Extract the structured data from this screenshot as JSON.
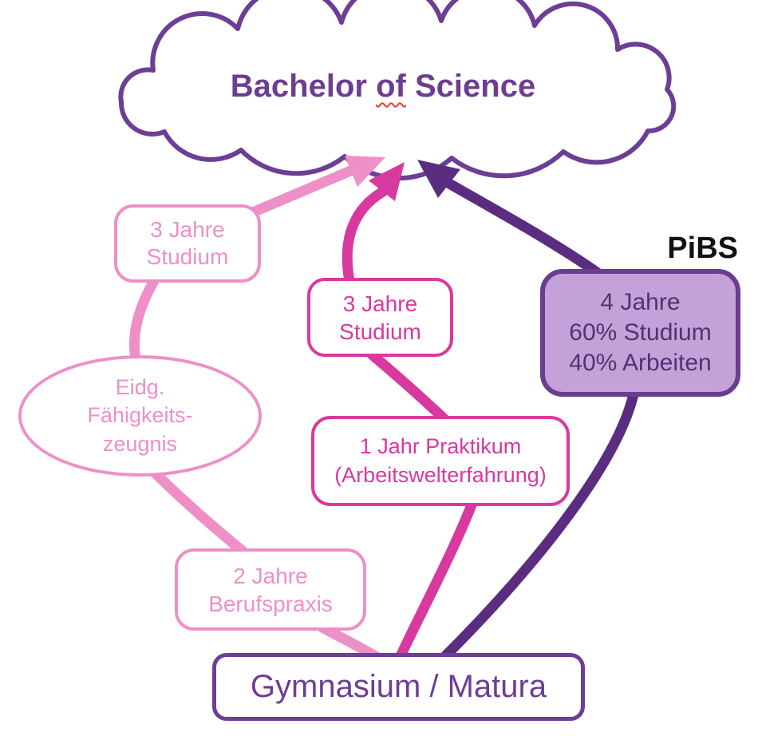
{
  "colors": {
    "light_pink": "#ee8fc7",
    "magenta": "#d8399f",
    "dark_purple": "#5b2d81",
    "outline_purple": "#6c3e96",
    "title_purple": "#6d3d92",
    "pibs_fill": "#c5a1d9",
    "pibs_border": "#6a3d8f",
    "pibs_text": "#553072",
    "pibs_label_black": "#121212",
    "squiggle_red": "#e2402f"
  },
  "cloud": {
    "title_word1": "Bachelor",
    "title_word2": "of",
    "title_word3": "Science"
  },
  "paths": {
    "apprenticeship": {
      "study": {
        "line1": "3 Jahre",
        "line2": "Studium"
      },
      "certificate": {
        "line1": "Eidg.",
        "line2": "Fähigkeits-",
        "line3": "zeugnis"
      },
      "praxis": {
        "line1": "2 Jahre",
        "line2": "Berufspraxis"
      }
    },
    "internship": {
      "study": {
        "line1": "3 Jahre",
        "line2": "Studium"
      },
      "praktikum": {
        "line1": "1 Jahr Praktikum",
        "line2": "(Arbeitswelterfahrung)"
      }
    },
    "pibs": {
      "label": "PiBS",
      "box": {
        "line1": "4 Jahre",
        "line2": "60% Studium",
        "line3": "40% Arbeiten"
      }
    }
  },
  "start": {
    "label": "Gymnasium / Matura"
  }
}
